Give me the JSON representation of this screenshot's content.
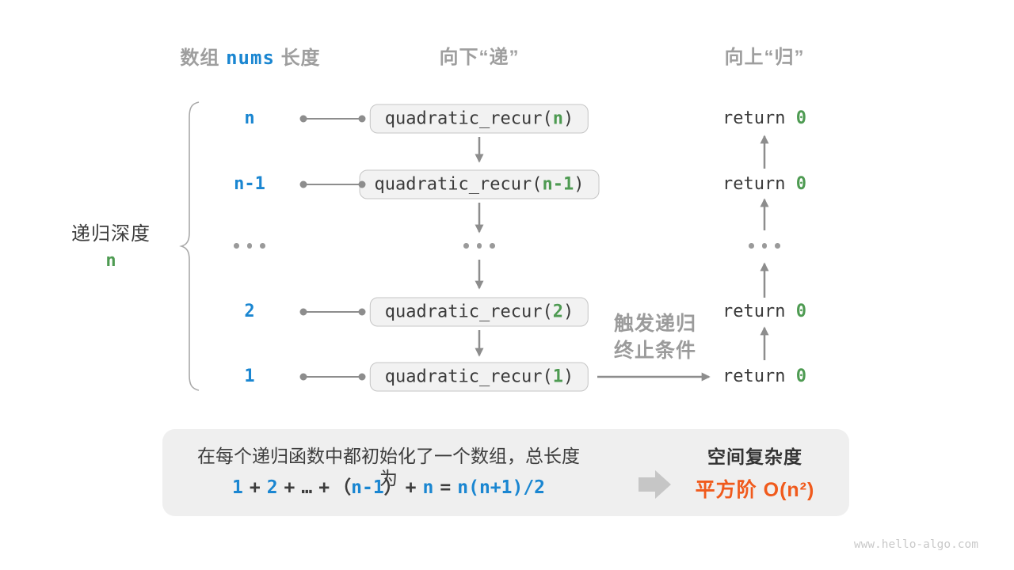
{
  "colors": {
    "blue": "#1a86d1",
    "green": "#4e9b52",
    "orange": "#f05a1c",
    "gray_label": "#9e9e9e",
    "dark_text": "#3c3c3c",
    "arrow_gray": "#8d8d8d",
    "box_fill": "#f2f2f2",
    "panel_fill": "#efefef"
  },
  "header": {
    "col1_pre": "数组",
    "col1_code": "nums",
    "col1_post": "长度",
    "col2": "向下“递”",
    "col3": "向上“归”"
  },
  "depth_label": {
    "title": "递归深度",
    "value": "n"
  },
  "rows": [
    {
      "label": "n",
      "call_pre": "quadratic_recur(",
      "arg": "n",
      "call_post": ")",
      "ret_label": "return",
      "ret_value": "0"
    },
    {
      "label": "n-1",
      "call_pre": "quadratic_recur(",
      "arg": "n-1",
      "call_post": ")",
      "ret_label": "return",
      "ret_value": "0"
    },
    {
      "label": "2",
      "call_pre": "quadratic_recur(",
      "arg": "2",
      "call_post": ")",
      "ret_label": "return",
      "ret_value": "0"
    },
    {
      "label": "1",
      "call_pre": "quadratic_recur(",
      "arg": "1",
      "call_post": ")",
      "ret_label": "return",
      "ret_value": "0"
    }
  ],
  "ellipsis": "...",
  "trigger": {
    "line1": "触发递归",
    "line2": "终止条件"
  },
  "panel": {
    "line1": "在每个递归函数中都初始化了一个数组，总长度为",
    "formula": [
      {
        "text": "1",
        "color": "blue"
      },
      {
        "text": "+",
        "color": "dark"
      },
      {
        "text": "2",
        "color": "blue"
      },
      {
        "text": "+",
        "color": "dark"
      },
      {
        "text": "…",
        "color": "dark"
      },
      {
        "text": "+",
        "color": "dark"
      },
      {
        "text": "（",
        "color": "dark"
      },
      {
        "text": "n-1",
        "color": "blue"
      },
      {
        "text": "）",
        "color": "dark"
      },
      {
        "text": "+",
        "color": "dark"
      },
      {
        "text": "n",
        "color": "blue"
      },
      {
        "text": "=",
        "color": "dark"
      },
      {
        "text": "n(n+1)/2",
        "color": "blue"
      }
    ],
    "complexity_title": "空间复杂度",
    "complexity_value": "平方阶 O(n²)"
  },
  "watermark": "www.hello-algo.com"
}
